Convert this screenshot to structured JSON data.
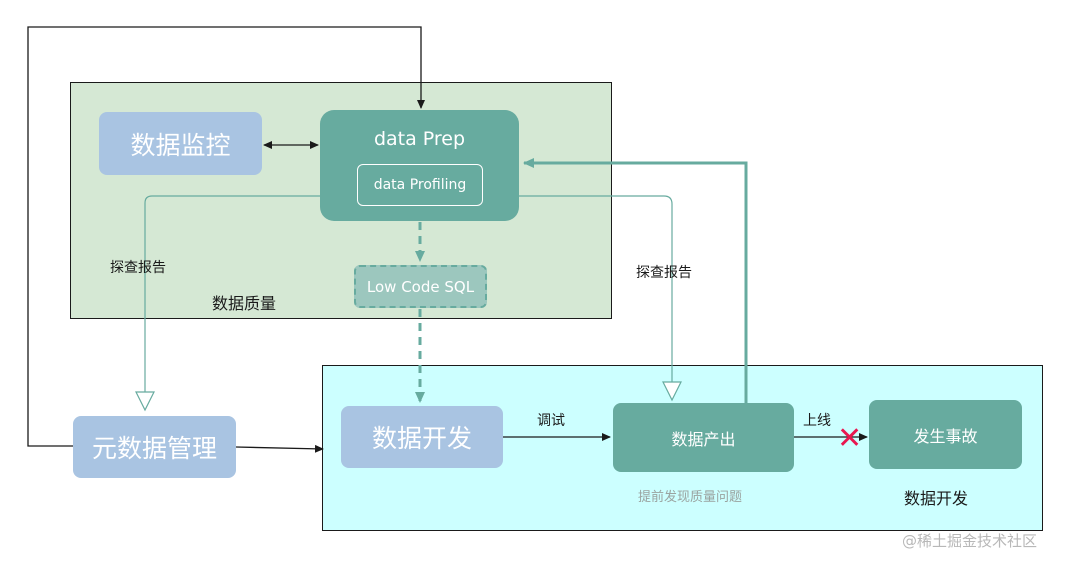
{
  "boxes": {
    "monitor": "数据监控",
    "data_prep": "data Prep",
    "data_profiling": "data Profiling",
    "low_code_sql": "Low Code SQL",
    "metadata": "元数据管理",
    "dev": "数据开发",
    "output": "数据产出",
    "incident": "发生事故"
  },
  "labels": {
    "report_left": "探查报告",
    "report_right": "探查报告",
    "quality_group": "数据质量",
    "dev_group": "数据开发",
    "debug": "调试",
    "go_live": "上线",
    "early_detect": "提前发现质量问题",
    "cross": "✕"
  },
  "watermark": "@稀土掘金技术社区",
  "colors": {
    "quality_frame": "#d5e8d4",
    "dev_frame": "#ccffff",
    "blue_box": "#a9c4e2",
    "teal_box": "#67ab9f",
    "teal_line": "#67ab9f",
    "cross": "#e8174f"
  }
}
